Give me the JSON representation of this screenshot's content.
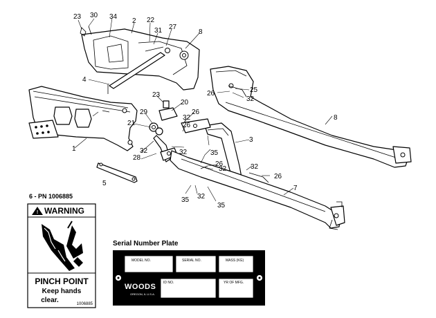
{
  "callouts": {
    "c23a": "23",
    "c30": "30",
    "c34": "34",
    "c2": "2",
    "c22": "22",
    "c31": "31",
    "c27": "27",
    "c8a": "8",
    "c4": "4",
    "c1": "1",
    "c23b": "23",
    "c20": "20",
    "c29": "29",
    "c26a": "26",
    "c21": "21",
    "c32a": "32",
    "c26b": "26",
    "c32b": "32",
    "c28": "28",
    "c32c": "32",
    "c35a": "35",
    "c3": "3",
    "c26c": "26",
    "c32d": "32",
    "c32e": "32",
    "c26d": "26",
    "c5": "5",
    "c35b": "35",
    "c32f": "32",
    "c35c": "35",
    "c7": "7",
    "c26e": "26",
    "c25": "25",
    "c32g": "32",
    "c8b": "8"
  },
  "decal": {
    "caption": "6 - PN  1006885",
    "header": "WARNING",
    "title": "PINCH POINT",
    "line1": "Keep hands",
    "line2": "clear.",
    "part_no": "1006885"
  },
  "plate": {
    "caption": "Serial Number Plate",
    "model_label": "MODEL NO.",
    "serial_label": "SERIAL NO.",
    "mass_label": "MASS (KG)",
    "id_label": "ID NO.",
    "year_label": "YR OF MFG.",
    "brand": "WOODS",
    "brand_sub": "OREGON, IL U.S.A."
  }
}
